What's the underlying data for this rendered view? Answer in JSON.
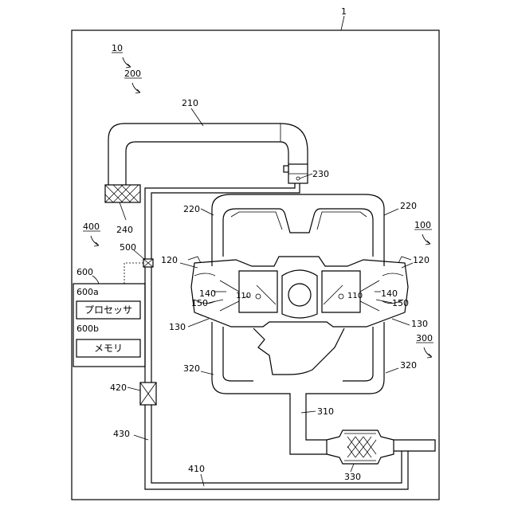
{
  "labels": {
    "system": "1",
    "vehicle": "10",
    "intake_system": "200",
    "intake_pipe": "210",
    "throttle": "230",
    "intake_manifold_left": "220",
    "intake_manifold_right": "220",
    "air_cleaner": "240",
    "egr_system": "400",
    "engine": "100",
    "sensor": "500",
    "controller": "600",
    "cylinder_left": "110",
    "cylinder_right": "110",
    "head_left": "120",
    "head_right": "120",
    "injector_left": "140",
    "injector_right": "140",
    "plug_left": "150",
    "plug_right": "150",
    "block_left": "130",
    "block_right": "130",
    "exhaust_system": "300",
    "exhaust_manifold_left": "320",
    "exhaust_manifold_right": "320",
    "exhaust_pipe": "310",
    "catalyst": "330",
    "egr_valve": "420",
    "egr_pipe": "430",
    "egr_passage": "410",
    "processor_ref": "600a",
    "memory_ref": "600b",
    "processor": "プロセッサ",
    "memory": "メモリ"
  }
}
